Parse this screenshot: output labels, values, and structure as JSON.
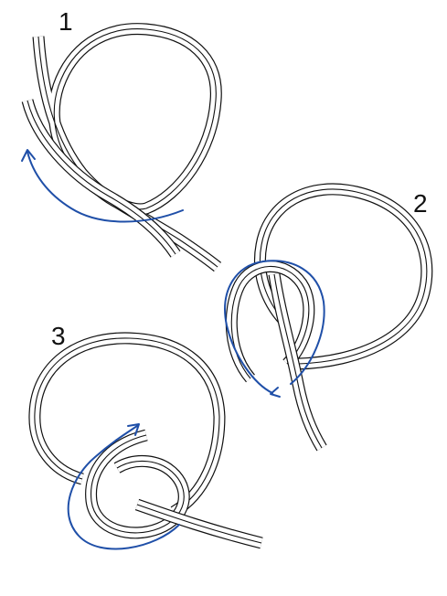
{
  "steps": [
    {
      "id": "1",
      "label": "1"
    },
    {
      "id": "2",
      "label": "2"
    },
    {
      "id": "3",
      "label": "3"
    }
  ],
  "colors": {
    "line": "#111111",
    "arrow": "#1f4fa8",
    "background": "#ffffff"
  }
}
